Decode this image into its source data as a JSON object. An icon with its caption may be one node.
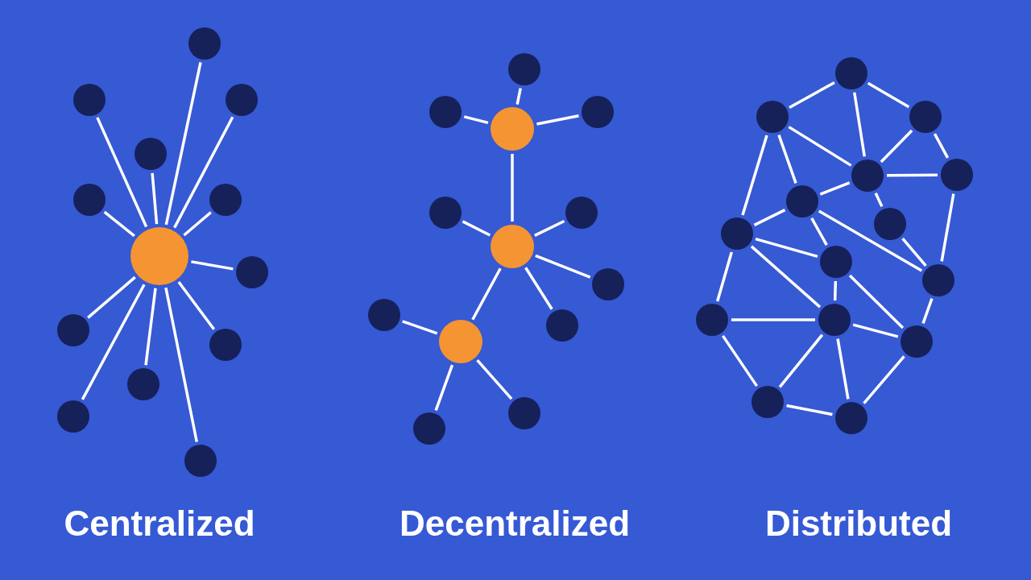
{
  "diagram": {
    "nodes": [
      {
        "text": [],
        "shape": "circle"
      },
      {
        "text": [],
        "shape": "circle"
      },
      {
        "text": [],
        "shape": "circle"
      },
      {
        "text": [],
        "shape": "circle"
      },
      {
        "text": [],
        "shape": "circle"
      },
      {
        "text": [],
        "shape": "circle"
      },
      {
        "text": [],
        "shape": "circle"
      },
      {
        "text": [],
        "shape": "circle"
      },
      {
        "text": [],
        "shape": "circle"
      },
      {
        "text": [],
        "shape": "circle"
      },
      {
        "text": [],
        "shape": "circle"
      },
      {
        "text": [],
        "shape": "circle"
      },
      {
        "text": [],
        "shape": "circle"
      },
      {
        "text": [],
        "shape": "circle"
      },
      {
        "text": [],
        "shape": "circle"
      },
      {
        "text": [],
        "shape": "circle"
      },
      {
        "text": [],
        "shape": "circle"
      },
      {
        "text": [],
        "shape": "circle"
      },
      {
        "text": [],
        "shape": "circle"
      },
      {
        "text": [],
        "shape": "circle"
      },
      {
        "text": [],
        "shape": "circle"
      },
      {
        "text": [],
        "shape": "circle"
      },
      {
        "text": [],
        "shape": "circle"
      },
      {
        "text": [],
        "shape": "circle"
      },
      {
        "text": [],
        "shape": "circle"
      },
      {
        "text": [],
        "shape": "circle"
      },
      {
        "text": [],
        "shape": "circle"
      },
      {
        "text": [],
        "shape": "circle"
      },
      {
        "text": [],
        "shape": "circle"
      },
      {
        "text": [],
        "shape": "circle"
      },
      {
        "text": [],
        "shape": "circle"
      },
      {
        "text": [],
        "shape": "circle"
      },
      {
        "text": [],
        "shape": "circle"
      },
      {
        "text": [],
        "shape": "circle"
      },
      {
        "text": [],
        "shape": "circle"
      },
      {
        "text": [],
        "shape": "circle"
      },
      {
        "text": [],
        "shape": "circle"
      },
      {
        "text": [],
        "shape": "circle"
      },
      {
        "text": [],
        "shape": "circle"
      },
      {
        "text": [],
        "shape": "circle"
      },
      {
        "text": [],
        "shape": "circle"
      }
    ],
    "edges": [
      {
        "from": 21,
        "to": 0,
        "arrow": "none"
      },
      {
        "from": 21,
        "to": 3,
        "arrow": "none"
      },
      {
        "from": 21,
        "to": 4,
        "arrow": "none"
      },
      {
        "from": 21,
        "to": 10,
        "arrow": "none"
      },
      {
        "from": 21,
        "to": 13,
        "arrow": "none"
      },
      {
        "from": 21,
        "to": 14,
        "arrow": "none"
      },
      {
        "from": 21,
        "to": 23,
        "arrow": "none"
      },
      {
        "from": 21,
        "to": 30,
        "arrow": "none"
      },
      {
        "from": 21,
        "to": 33,
        "arrow": "none"
      },
      {
        "from": 21,
        "to": 34,
        "arrow": "none"
      },
      {
        "from": 21,
        "to": 37,
        "arrow": "none"
      },
      {
        "from": 21,
        "to": 40,
        "arrow": "none"
      },
      {
        "from": 9,
        "to": 1,
        "arrow": "none"
      },
      {
        "from": 9,
        "to": 5,
        "arrow": "none"
      },
      {
        "from": 9,
        "to": 6,
        "arrow": "none"
      },
      {
        "from": 9,
        "to": 20,
        "arrow": "none"
      },
      {
        "from": 20,
        "to": 16,
        "arrow": "none"
      },
      {
        "from": 20,
        "to": 17,
        "arrow": "none"
      },
      {
        "from": 20,
        "to": 25,
        "arrow": "none"
      },
      {
        "from": 20,
        "to": 29,
        "arrow": "none"
      },
      {
        "from": 20,
        "to": 31,
        "arrow": "none"
      },
      {
        "from": 31,
        "to": 26,
        "arrow": "none"
      },
      {
        "from": 31,
        "to": 39,
        "arrow": "none"
      },
      {
        "from": 31,
        "to": 36,
        "arrow": "none"
      },
      {
        "from": 2,
        "to": 7,
        "arrow": "none"
      },
      {
        "from": 2,
        "to": 8,
        "arrow": "none"
      },
      {
        "from": 2,
        "to": 12,
        "arrow": "none"
      },
      {
        "from": 7,
        "to": 12,
        "arrow": "none"
      },
      {
        "from": 7,
        "to": 15,
        "arrow": "none"
      },
      {
        "from": 7,
        "to": 19,
        "arrow": "none"
      },
      {
        "from": 8,
        "to": 12,
        "arrow": "none"
      },
      {
        "from": 8,
        "to": 11,
        "arrow": "none"
      },
      {
        "from": 12,
        "to": 11,
        "arrow": "none"
      },
      {
        "from": 12,
        "to": 15,
        "arrow": "none"
      },
      {
        "from": 12,
        "to": 18,
        "arrow": "none"
      },
      {
        "from": 11,
        "to": 24,
        "arrow": "none"
      },
      {
        "from": 15,
        "to": 19,
        "arrow": "none"
      },
      {
        "from": 15,
        "to": 22,
        "arrow": "none"
      },
      {
        "from": 15,
        "to": 24,
        "arrow": "none"
      },
      {
        "from": 18,
        "to": 24,
        "arrow": "none"
      },
      {
        "from": 19,
        "to": 22,
        "arrow": "none"
      },
      {
        "from": 19,
        "to": 27,
        "arrow": "none"
      },
      {
        "from": 19,
        "to": 28,
        "arrow": "none"
      },
      {
        "from": 22,
        "to": 28,
        "arrow": "none"
      },
      {
        "from": 22,
        "to": 32,
        "arrow": "none"
      },
      {
        "from": 24,
        "to": 32,
        "arrow": "none"
      },
      {
        "from": 27,
        "to": 28,
        "arrow": "none"
      },
      {
        "from": 27,
        "to": 35,
        "arrow": "none"
      },
      {
        "from": 28,
        "to": 32,
        "arrow": "none"
      },
      {
        "from": 28,
        "to": 35,
        "arrow": "none"
      },
      {
        "from": 28,
        "to": 38,
        "arrow": "none"
      },
      {
        "from": 32,
        "to": 38,
        "arrow": "none"
      },
      {
        "from": 35,
        "to": 38,
        "arrow": "none"
      }
    ],
    "labels": [
      "Centralized",
      "Decentralized",
      "Distributed"
    ]
  }
}
